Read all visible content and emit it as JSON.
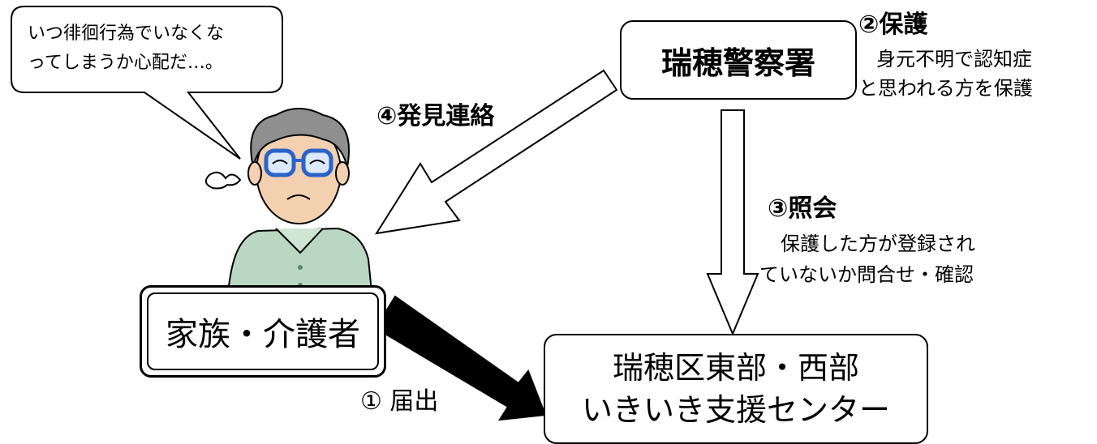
{
  "speech_bubble": {
    "line1": "いつ徘徊行為でいなくな",
    "line2": "ってしまうか心配だ…。"
  },
  "nodes": {
    "police": "瑞穂警察署",
    "family": "家族・介護者",
    "center_line1": "瑞穂区東部・西部",
    "center_line2": "いきいき支援センター"
  },
  "steps": {
    "step1": "① 届出",
    "step2_title": "②保護",
    "step2_line1": "身元不明で認知症",
    "step2_line2": "と思われる方を保護",
    "step3_title": "③照会",
    "step3_line1": "保護した方が登録され",
    "step3_line2": "ていないか問合せ・確認",
    "step4_title": "④発見連絡"
  },
  "colors": {
    "line": "#000000",
    "sweater": "#b9d7c3",
    "hair": "#8f8f8f",
    "skin": "#f3d1b0",
    "glasses": "#2a63c9"
  }
}
